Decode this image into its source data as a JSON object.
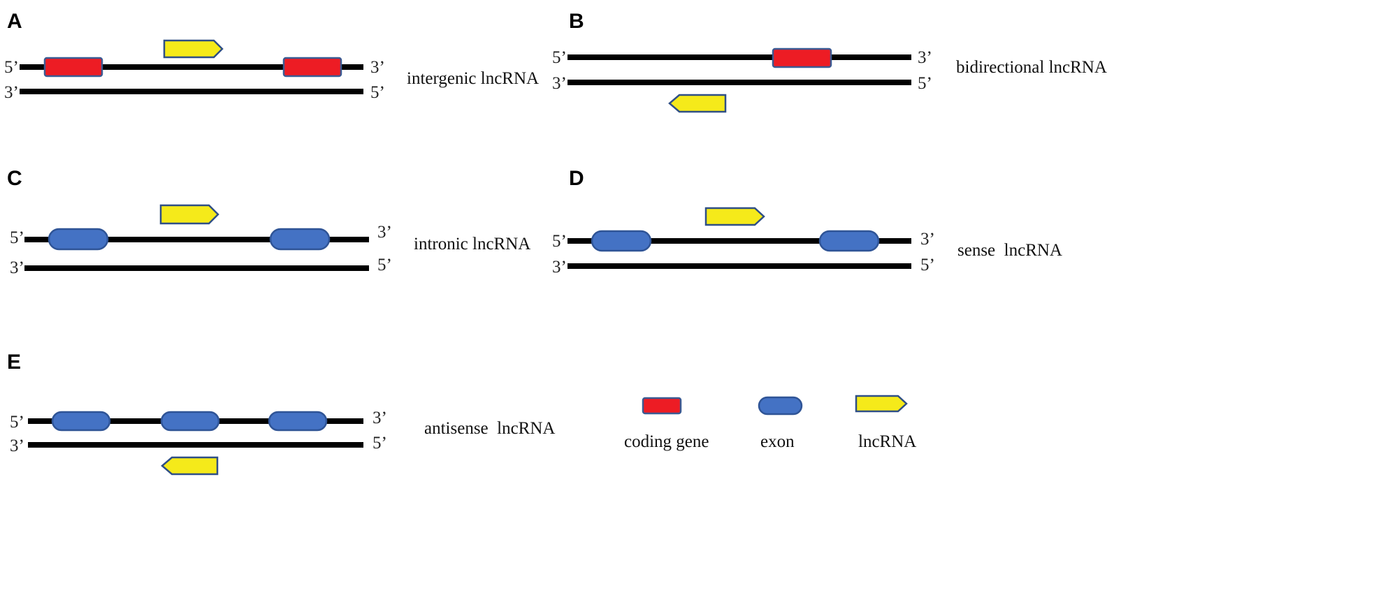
{
  "colors": {
    "coding_gene": "#ed1c24",
    "exon": "#4472c4",
    "lncrna": "#f5ea1a",
    "strand": "#000000"
  },
  "panels": {
    "A": {
      "letter": "A",
      "caption": "intergenic lncRNA",
      "top_left": "5’",
      "top_right": "3’",
      "bottom_left": "3’",
      "bottom_right": "5’"
    },
    "B": {
      "letter": "B",
      "caption": "bidirectional lncRNA",
      "top_left": "5’",
      "top_right": "3’",
      "bottom_left": "3’",
      "bottom_right": "5’"
    },
    "C": {
      "letter": "C",
      "caption": "intronic lncRNA",
      "top_left": "5’",
      "top_right": "3’",
      "bottom_left": "3’",
      "bottom_right": "5’"
    },
    "D": {
      "letter": "D",
      "caption": "sense  lncRNA",
      "top_left": "5’",
      "top_right": "3’",
      "bottom_left": "3’",
      "bottom_right": "5’"
    },
    "E": {
      "letter": "E",
      "caption": "antisense  lncRNA",
      "top_left": "5’",
      "top_right": "3’",
      "bottom_left": "3’",
      "bottom_right": "5’"
    }
  },
  "legend": {
    "coding_gene": "coding gene",
    "exon": "exon",
    "lncrna": "lncRNA"
  }
}
